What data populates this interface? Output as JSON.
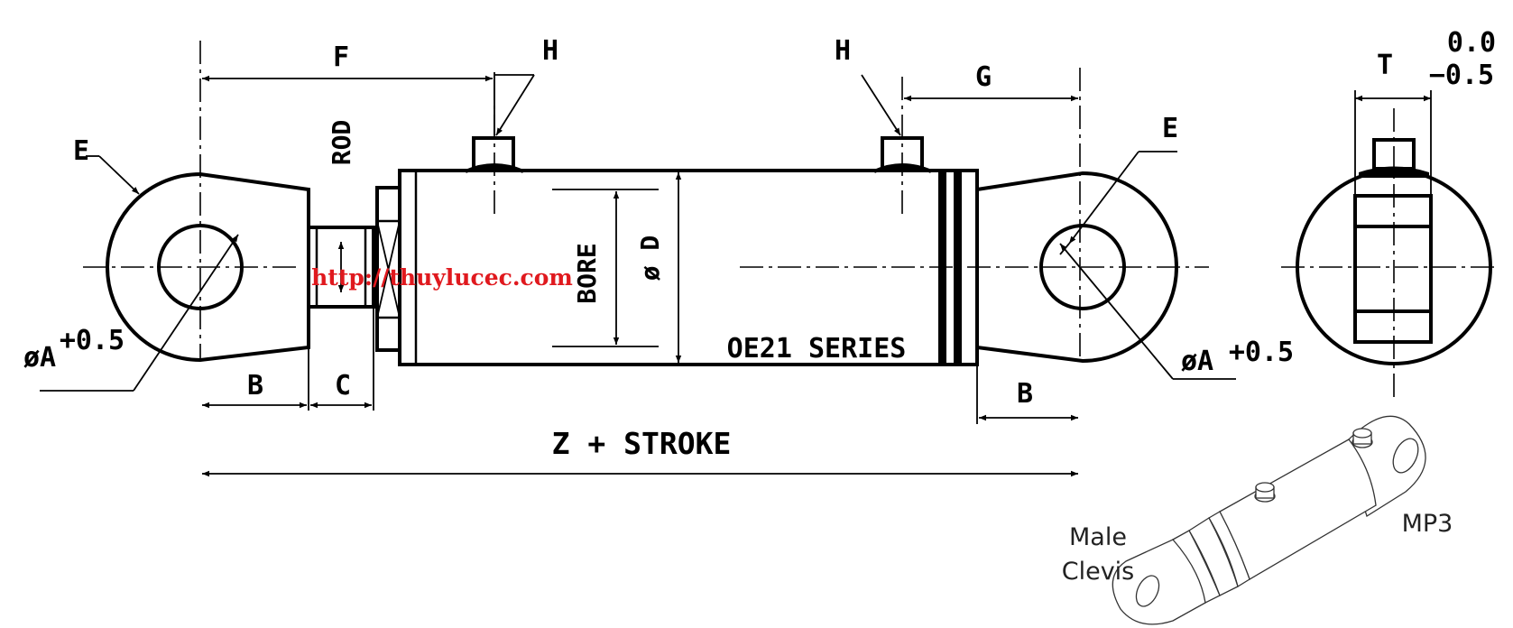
{
  "labels": {
    "f": "F",
    "h_left": "H",
    "h_right": "H",
    "g": "G",
    "t": "T",
    "tol_upper": "0.0",
    "tol_lower": "−0.5",
    "e_left": "E",
    "e_right": "E",
    "rod": "ROD",
    "bore": "BORE",
    "od": "ø D",
    "series": "OE21  SERIES",
    "pin_left": "øA",
    "pin_left_tol": "+0.5",
    "pin_right": "øA",
    "pin_right_tol": "+0.5",
    "b_left": "B",
    "c": "C",
    "b_right": "B",
    "overall": "Z + STROKE",
    "male_line1": "Male",
    "male_line2": "Clevis",
    "mount_code": "MP3"
  },
  "watermark": "http://thuylucec.com",
  "colors": {
    "line": "#000000",
    "watermark": "#e0191e",
    "iso_text": "#222222"
  }
}
